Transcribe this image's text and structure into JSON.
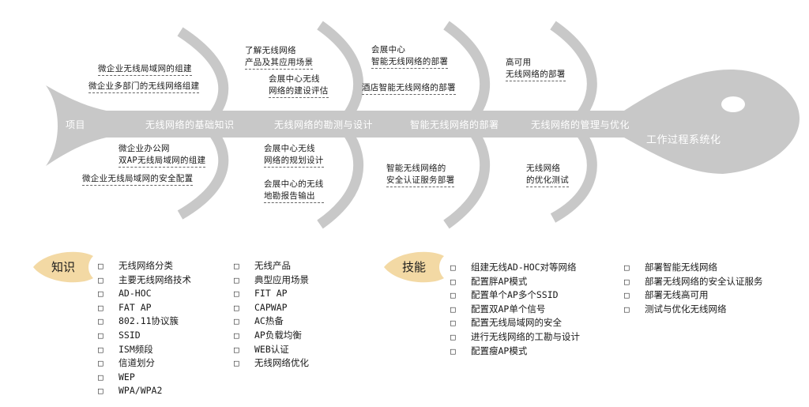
{
  "colors": {
    "fish": "#c8c8c8",
    "badge": "#f3d9a4",
    "text": "#1a1a1a"
  },
  "fish": {
    "tail_label": "项目",
    "head_label": "工作过程系统化",
    "spine": [
      "无线网络的基础知识",
      "无线网络的勘测与设计",
      "智能无线网络的部署",
      "无线网络的管理与优化"
    ],
    "top_annotations": [
      [
        "微企业无线局域网的组建"
      ],
      [
        "微企业多部门的无线网络组建"
      ],
      [
        "了解无线网络",
        "产品及其应用场景"
      ],
      [
        "会展中心无线",
        "网络的建设评估"
      ],
      [
        "会展中心",
        "智能无线网络的部署"
      ],
      [
        "酒店智能无线网络的部署"
      ],
      [
        "高可用",
        "无线网络的部署"
      ]
    ],
    "bottom_annotations": [
      [
        "微企业办公网",
        "双AP无线局域网的组建"
      ],
      [
        "微企业无线局域网的安全配置"
      ],
      [
        "会展中心无线",
        "网络的规划设计"
      ],
      [
        "会展中心的无线",
        "地勘报告输出"
      ],
      [
        "智能无线网络的",
        "安全认证服务部署"
      ],
      [
        "无线网络",
        "的优化测试"
      ]
    ]
  },
  "knowledge": {
    "title": "知识",
    "col1": [
      "无线网络分类",
      "主要无线网络技术",
      "AD-HOC",
      "FAT AP",
      "802.11协议簇",
      "SSID",
      "ISM频段",
      "信道划分",
      "WEP",
      "WPA/WPA2"
    ],
    "col2": [
      "无线产品",
      "典型应用场景",
      "FIT AP",
      "CAPWAP",
      "AC热备",
      "AP负载均衡",
      "WEB认证",
      "无线网络优化"
    ]
  },
  "skills": {
    "title": "技能",
    "col1": [
      "组建无线AD-HOC对等网络",
      "配置胖AP模式",
      "配置单个AP多个SSID",
      "配置双AP单个信号",
      "配置无线局域网的安全",
      "进行无线网络的工勘与设计",
      "配置瘦AP模式"
    ],
    "col2": [
      "部署智能无线网络",
      "部署无线网络的安全认证服务",
      "部署无线高可用",
      "测试与优化无线网络"
    ]
  }
}
